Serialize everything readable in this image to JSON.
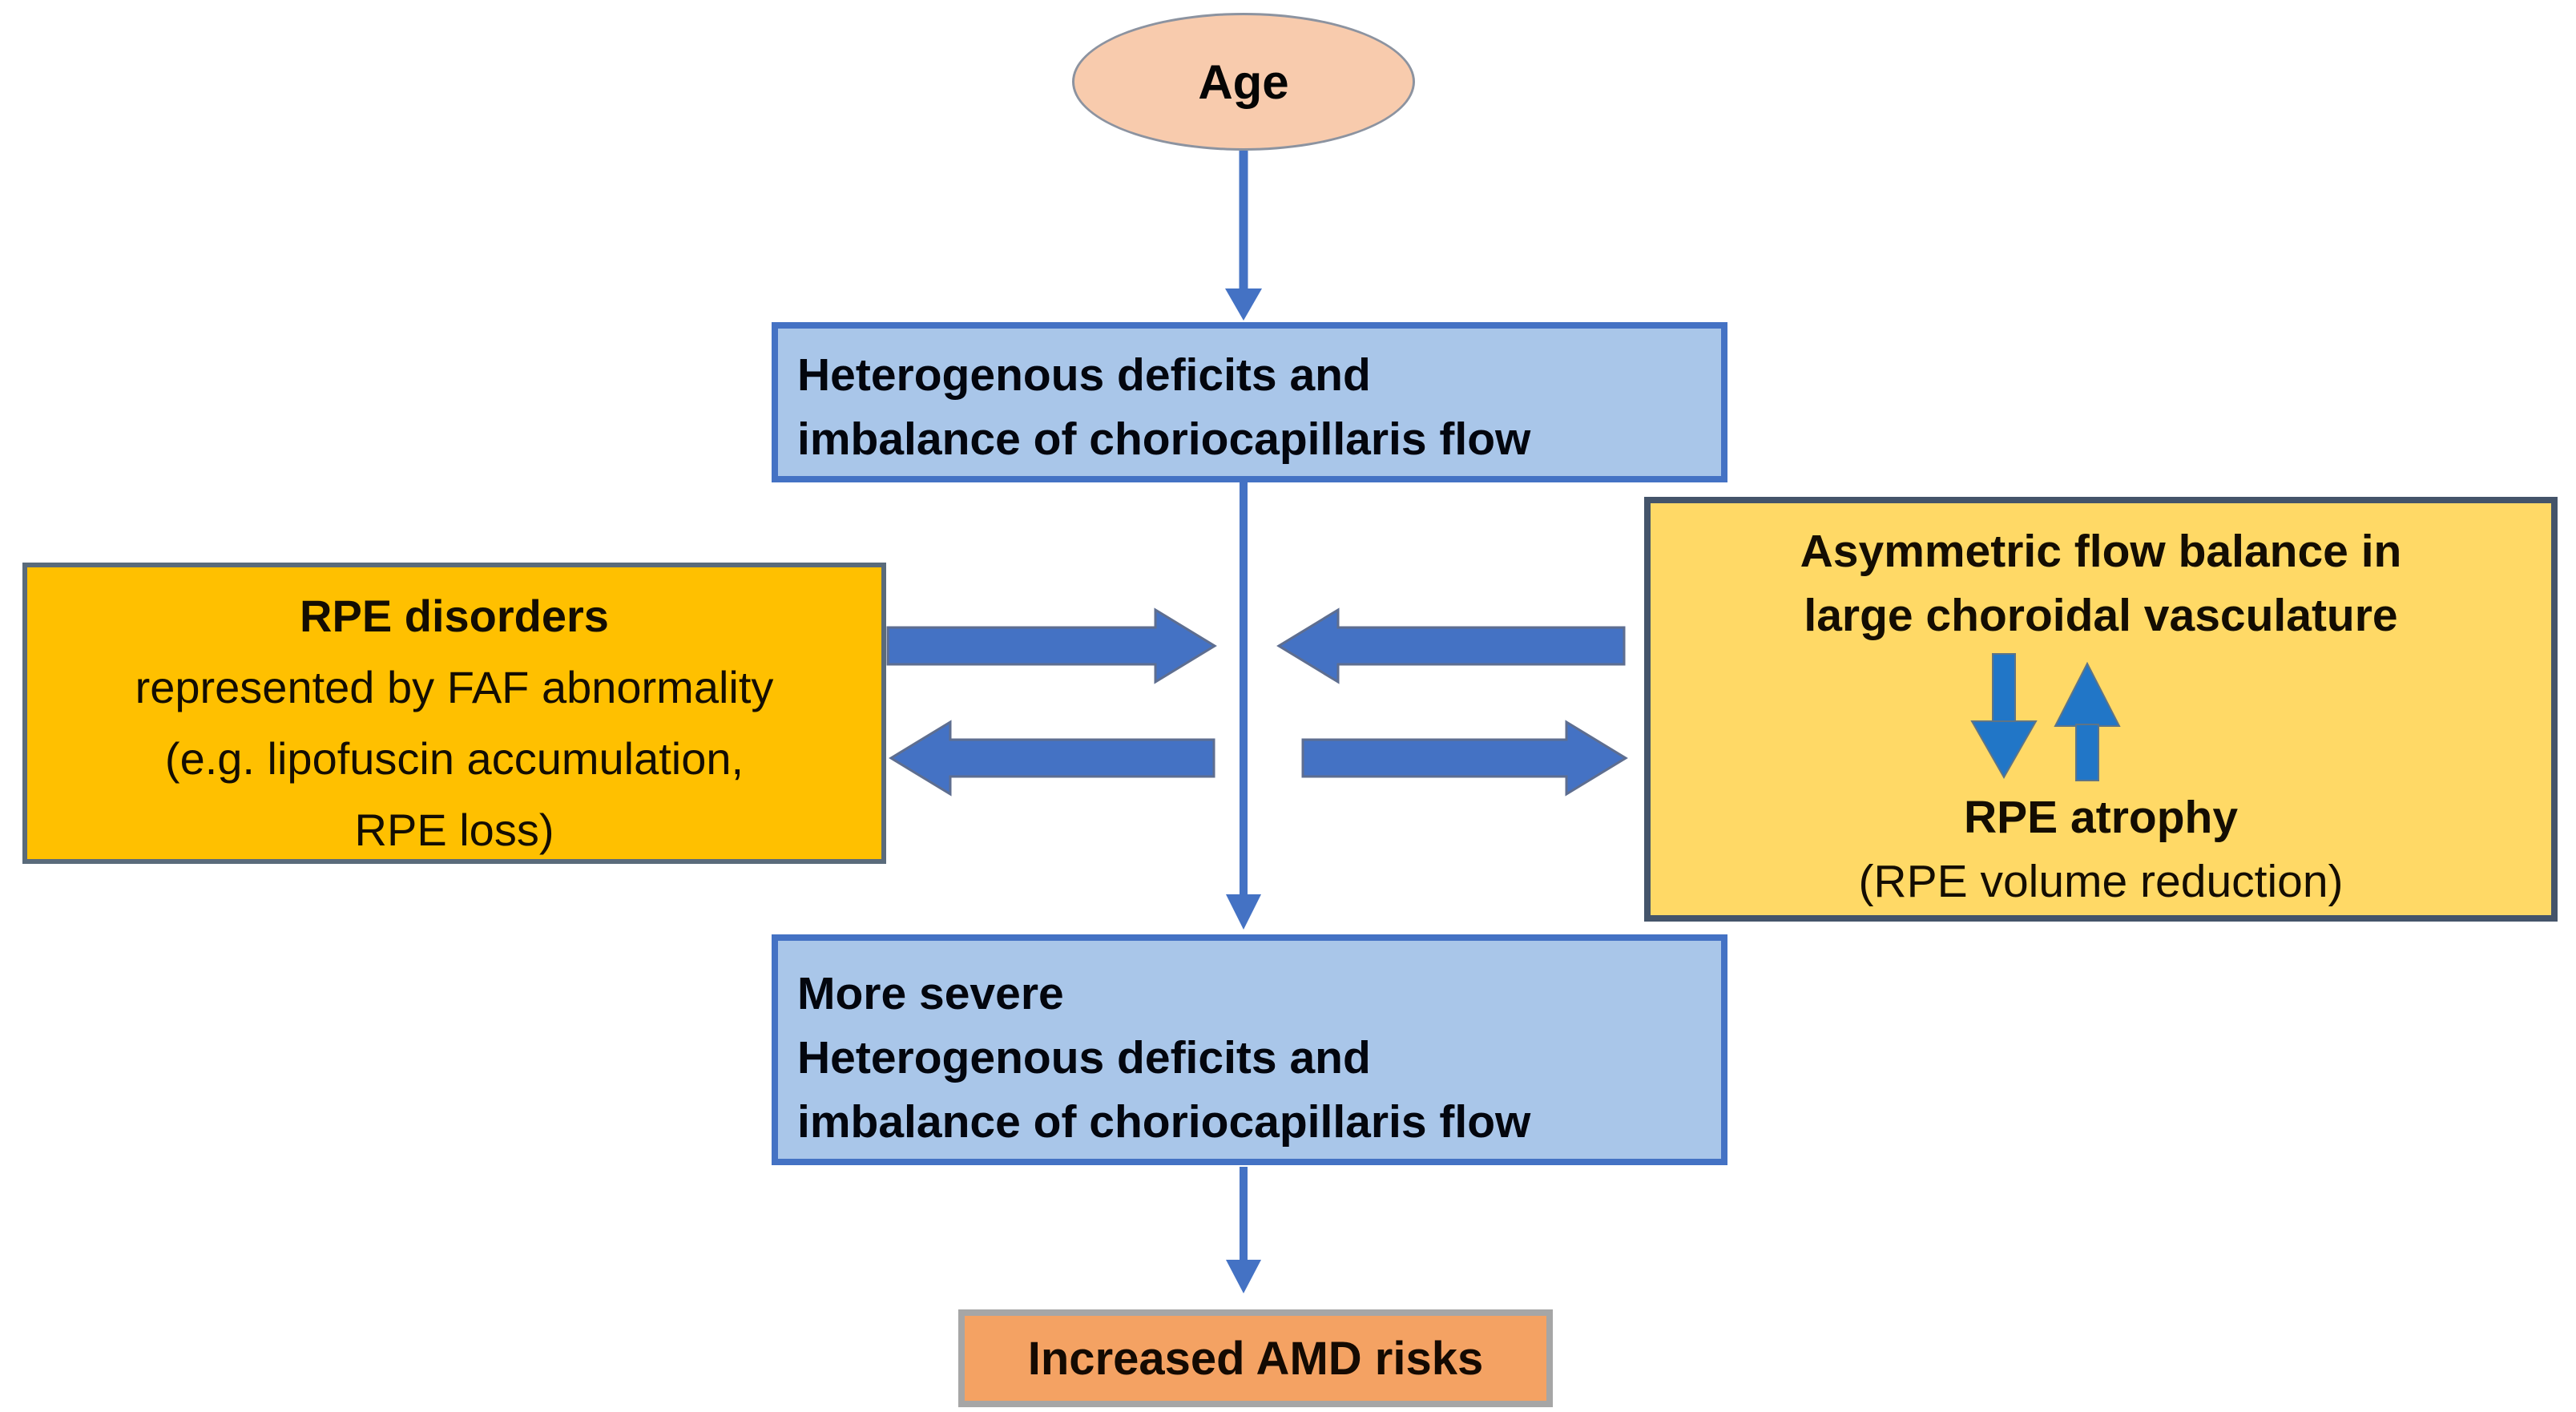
{
  "diagram": {
    "title_implicit": "",
    "nodes": {
      "age": {
        "label": "Age"
      },
      "flow_deficit": {
        "lines": [
          "Heterogenous deficits and",
          "imbalance of choriocapillaris flow"
        ]
      },
      "rpe_disorders": {
        "title": "RPE disorders",
        "lines": [
          "represented by FAF abnormality",
          "(e.g. lipofuscin accumulation,",
          "RPE loss)"
        ]
      },
      "asymmetric_flow": {
        "title_lines": [
          "Asymmetric flow balance in",
          "large choroidal vasculature"
        ],
        "sub_title": "RPE atrophy",
        "sub_note": "(RPE volume reduction)"
      },
      "severe_flow_deficit": {
        "lines": [
          "More severe",
          "Heterogenous deficits and",
          "imbalance of choriocapillaris flow"
        ]
      },
      "amd_risk": {
        "label": "Increased AMD risks"
      }
    },
    "connectors": [
      "age-to-flow-down-arrow",
      "flow-to-severe-down-arrow",
      "left-right-block-arrow-top-left",
      "left-block-arrow-top-right",
      "left-block-arrow-bottom-left",
      "right-block-arrow-bottom-right",
      "yellowbox-down-arrow",
      "yellowbox-up-arrow",
      "severe-to-amd-down-arrow"
    ],
    "colors": {
      "background": "#FFFFFF",
      "ellipse_fill": "#F8CBAD",
      "ellipse_border": "#8C93A0",
      "blue_box_fill": "#A9C6E9",
      "blue_box_border": "#4472C4",
      "gold_box_fill": "#FFC000",
      "gold_box_border": "#5A6B7B",
      "yellow_box_fill": "#FFD966",
      "yellow_box_border": "#44546A",
      "orange_box_fill": "#F4A263",
      "orange_box_border": "#A6A6A6",
      "arrow_fill": "#4472C4",
      "arrow_edge": "#5E6E90",
      "bright_arrow_fill": "#2176C7",
      "text": "#000000"
    }
  }
}
